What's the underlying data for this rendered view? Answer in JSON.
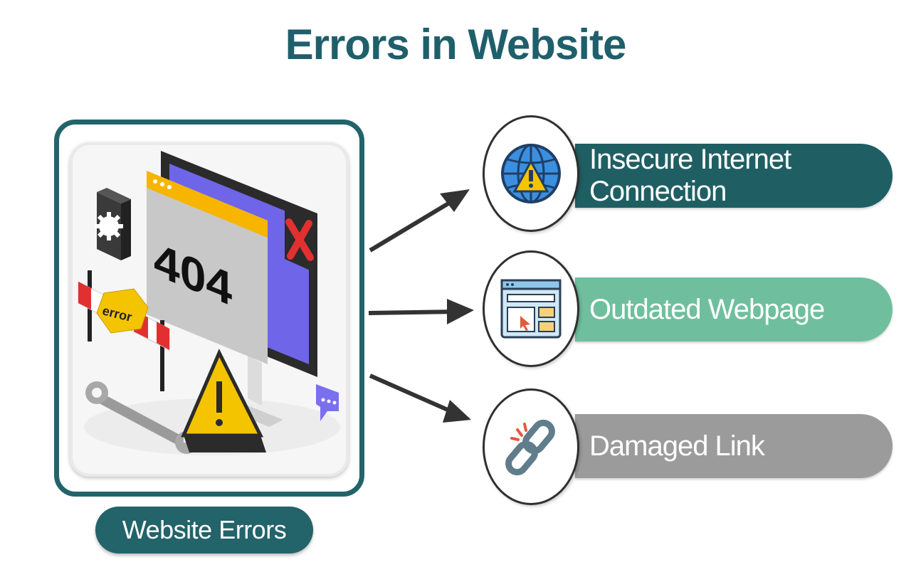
{
  "title": "Errors in Website",
  "left_card": {
    "error_code": "404",
    "sign_text": "error",
    "caption": "Website Errors"
  },
  "items": [
    {
      "label": "Insecure Internet Connection",
      "icon": "globe-warning-icon",
      "color": "#1f5f63"
    },
    {
      "label": "Outdated Webpage",
      "icon": "browser-window-icon",
      "color": "#6fbf9e"
    },
    {
      "label": "Damaged Link",
      "icon": "broken-link-icon",
      "color": "#9b9b9b"
    }
  ],
  "colors": {
    "title": "#1f5f6b",
    "card_border": "#23636a",
    "arrow": "#333333"
  }
}
